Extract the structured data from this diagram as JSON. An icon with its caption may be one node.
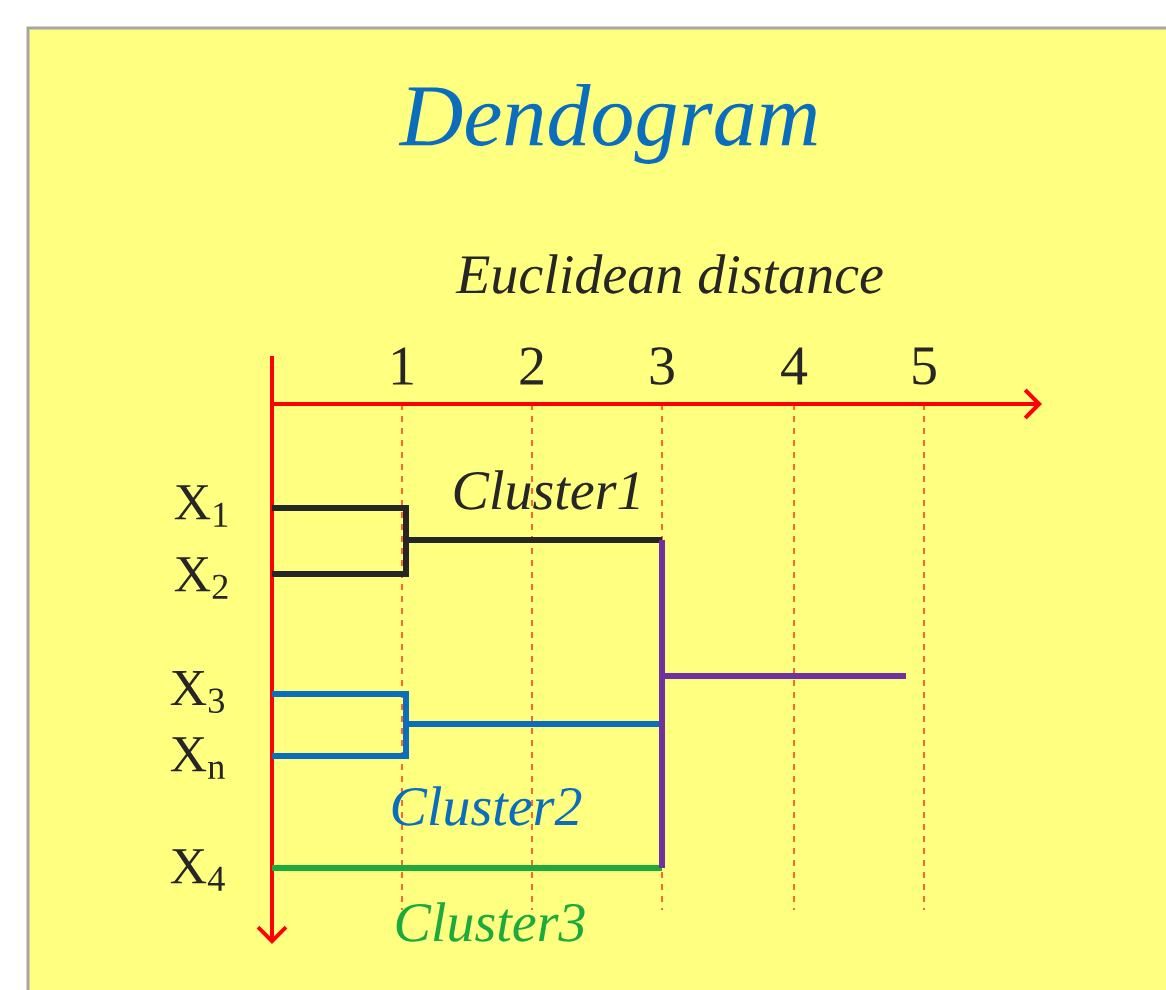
{
  "diagram": {
    "title": "Dendogram",
    "labels": [
      "Euclidean distance",
      "1",
      "2",
      "3",
      "4",
      "5",
      "X$_{1}$",
      "X$_{2}$",
      "X$_{3}$",
      "X$_{n}$",
      "X$_{4}$",
      "Cluster1",
      "Cluster2",
      "Cluster3"
    ]
  }
}
